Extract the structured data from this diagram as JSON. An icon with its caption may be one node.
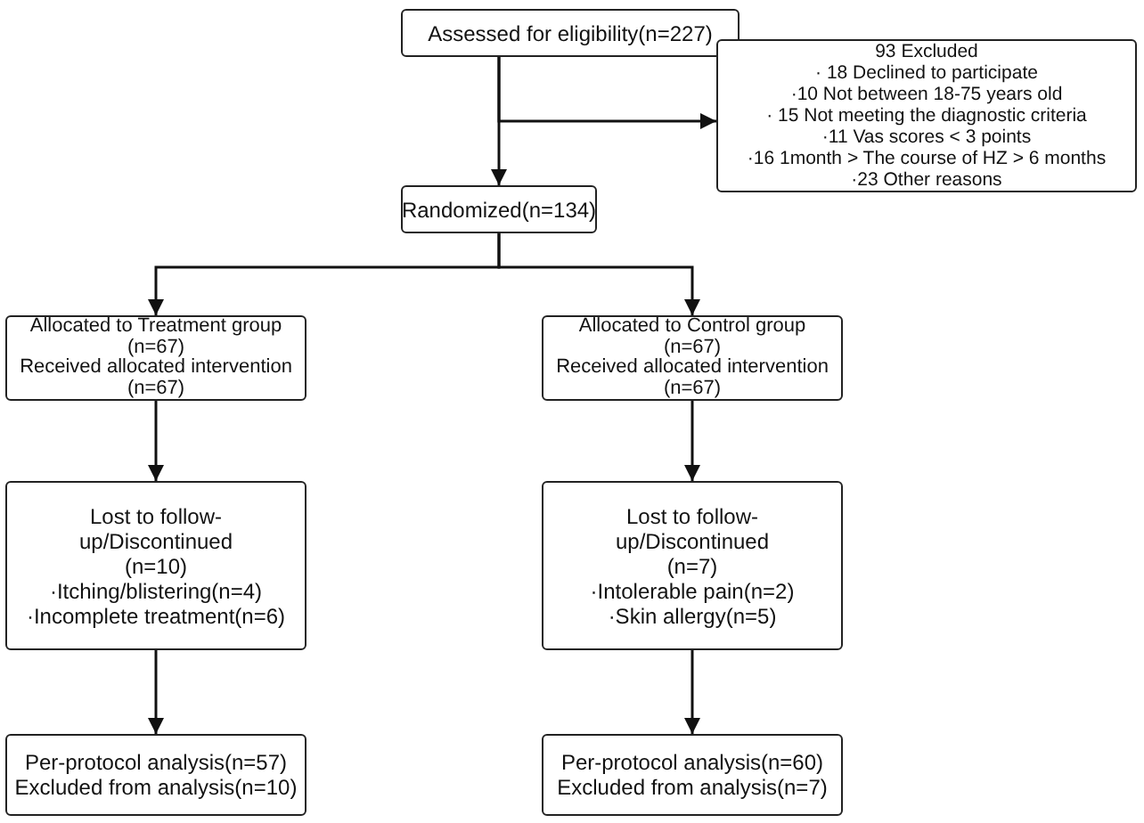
{
  "diagram": {
    "nodes": [
      {
        "text": [
          "Assessed for eligibility(n=227)"
        ]
      },
      {
        "text": [
          "93 Excluded",
          "· 18 Declined to participate",
          "·10 Not between 18-75 years old",
          "· 15 Not meeting the diagnostic criteria",
          "·11 Vas scores < 3 points",
          "·16 1month > The course of HZ > 6 months",
          "·23 Other reasons"
        ]
      },
      {
        "text": [
          "Randomized(n=134)"
        ]
      },
      {
        "text": [
          "Allocated to Treatment group (n=67)",
          "Received allocated intervention (n=67)"
        ]
      },
      {
        "text": [
          "Allocated to Control group (n=67)",
          "Received allocated intervention (n=67)"
        ]
      },
      {
        "text": [
          "Lost to follow-up/Discontinued",
          "(n=10)",
          "·Itching/blistering(n=4)",
          "·Incomplete treatment(n=6)"
        ]
      },
      {
        "text": [
          "Lost to follow-up/Discontinued",
          "(n=7)",
          "·Intolerable pain(n=2)",
          "·Skin allergy(n=5)"
        ]
      },
      {
        "text": [
          "Per-protocol analysis(n=57)",
          "Excluded from analysis(n=10)"
        ]
      },
      {
        "text": [
          "Per-protocol analysis(n=60)",
          "Excluded from analysis(n=7)"
        ]
      }
    ],
    "edges": [
      {
        "from": 0,
        "to": 2,
        "arrow": "to"
      },
      {
        "from": 0,
        "to": 1,
        "arrow": "to"
      },
      {
        "from": 2,
        "to": 3,
        "arrow": "to"
      },
      {
        "from": 2,
        "to": 4,
        "arrow": "to"
      },
      {
        "from": 3,
        "to": 5,
        "arrow": "to"
      },
      {
        "from": 4,
        "to": 6,
        "arrow": "to"
      },
      {
        "from": 5,
        "to": 7,
        "arrow": "to"
      },
      {
        "from": 6,
        "to": 8,
        "arrow": "to"
      }
    ]
  }
}
